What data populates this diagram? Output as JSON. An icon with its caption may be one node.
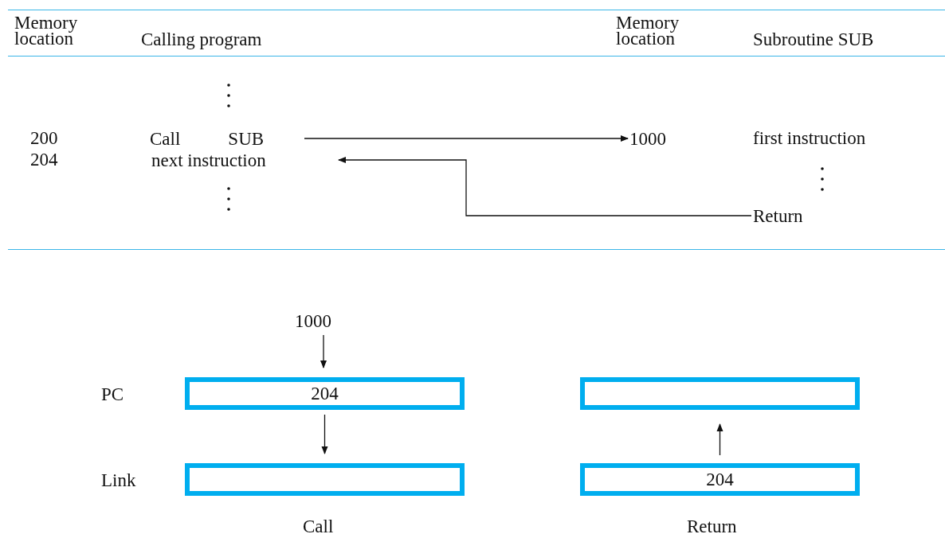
{
  "diagram": {
    "nodes": [
      {
        "text": [
          "Call",
          "SUB"
        ]
      },
      {
        "text": [
          "next instruction"
        ]
      },
      {
        "text": [
          "1000"
        ]
      },
      {
        "text": [
          "Return"
        ]
      },
      {
        "text": [
          "1000"
        ]
      },
      {
        "text": [
          "204"
        ],
        "beside": [
          "PC"
        ]
      },
      {
        "text": [],
        "shape": "box",
        "beside": [
          "Link"
        ]
      },
      {
        "text": [],
        "shape": "box"
      },
      {
        "text": [
          "204"
        ]
      }
    ],
    "edges": [
      {
        "from": 0,
        "to": 2,
        "arrow": "to"
      },
      {
        "from": 3,
        "to": 1,
        "arrow": "to"
      },
      {
        "from": 4,
        "to": 5,
        "arrow": "to"
      },
      {
        "from": 5,
        "to": 6,
        "arrow": "to"
      },
      {
        "from": 8,
        "to": 7,
        "arrow": "to"
      }
    ],
    "labels": [
      "Memory location",
      "Calling program",
      "Memory location",
      "Subroutine SUB",
      "200",
      "204",
      "first instruction",
      "Call",
      "Return"
    ]
  }
}
